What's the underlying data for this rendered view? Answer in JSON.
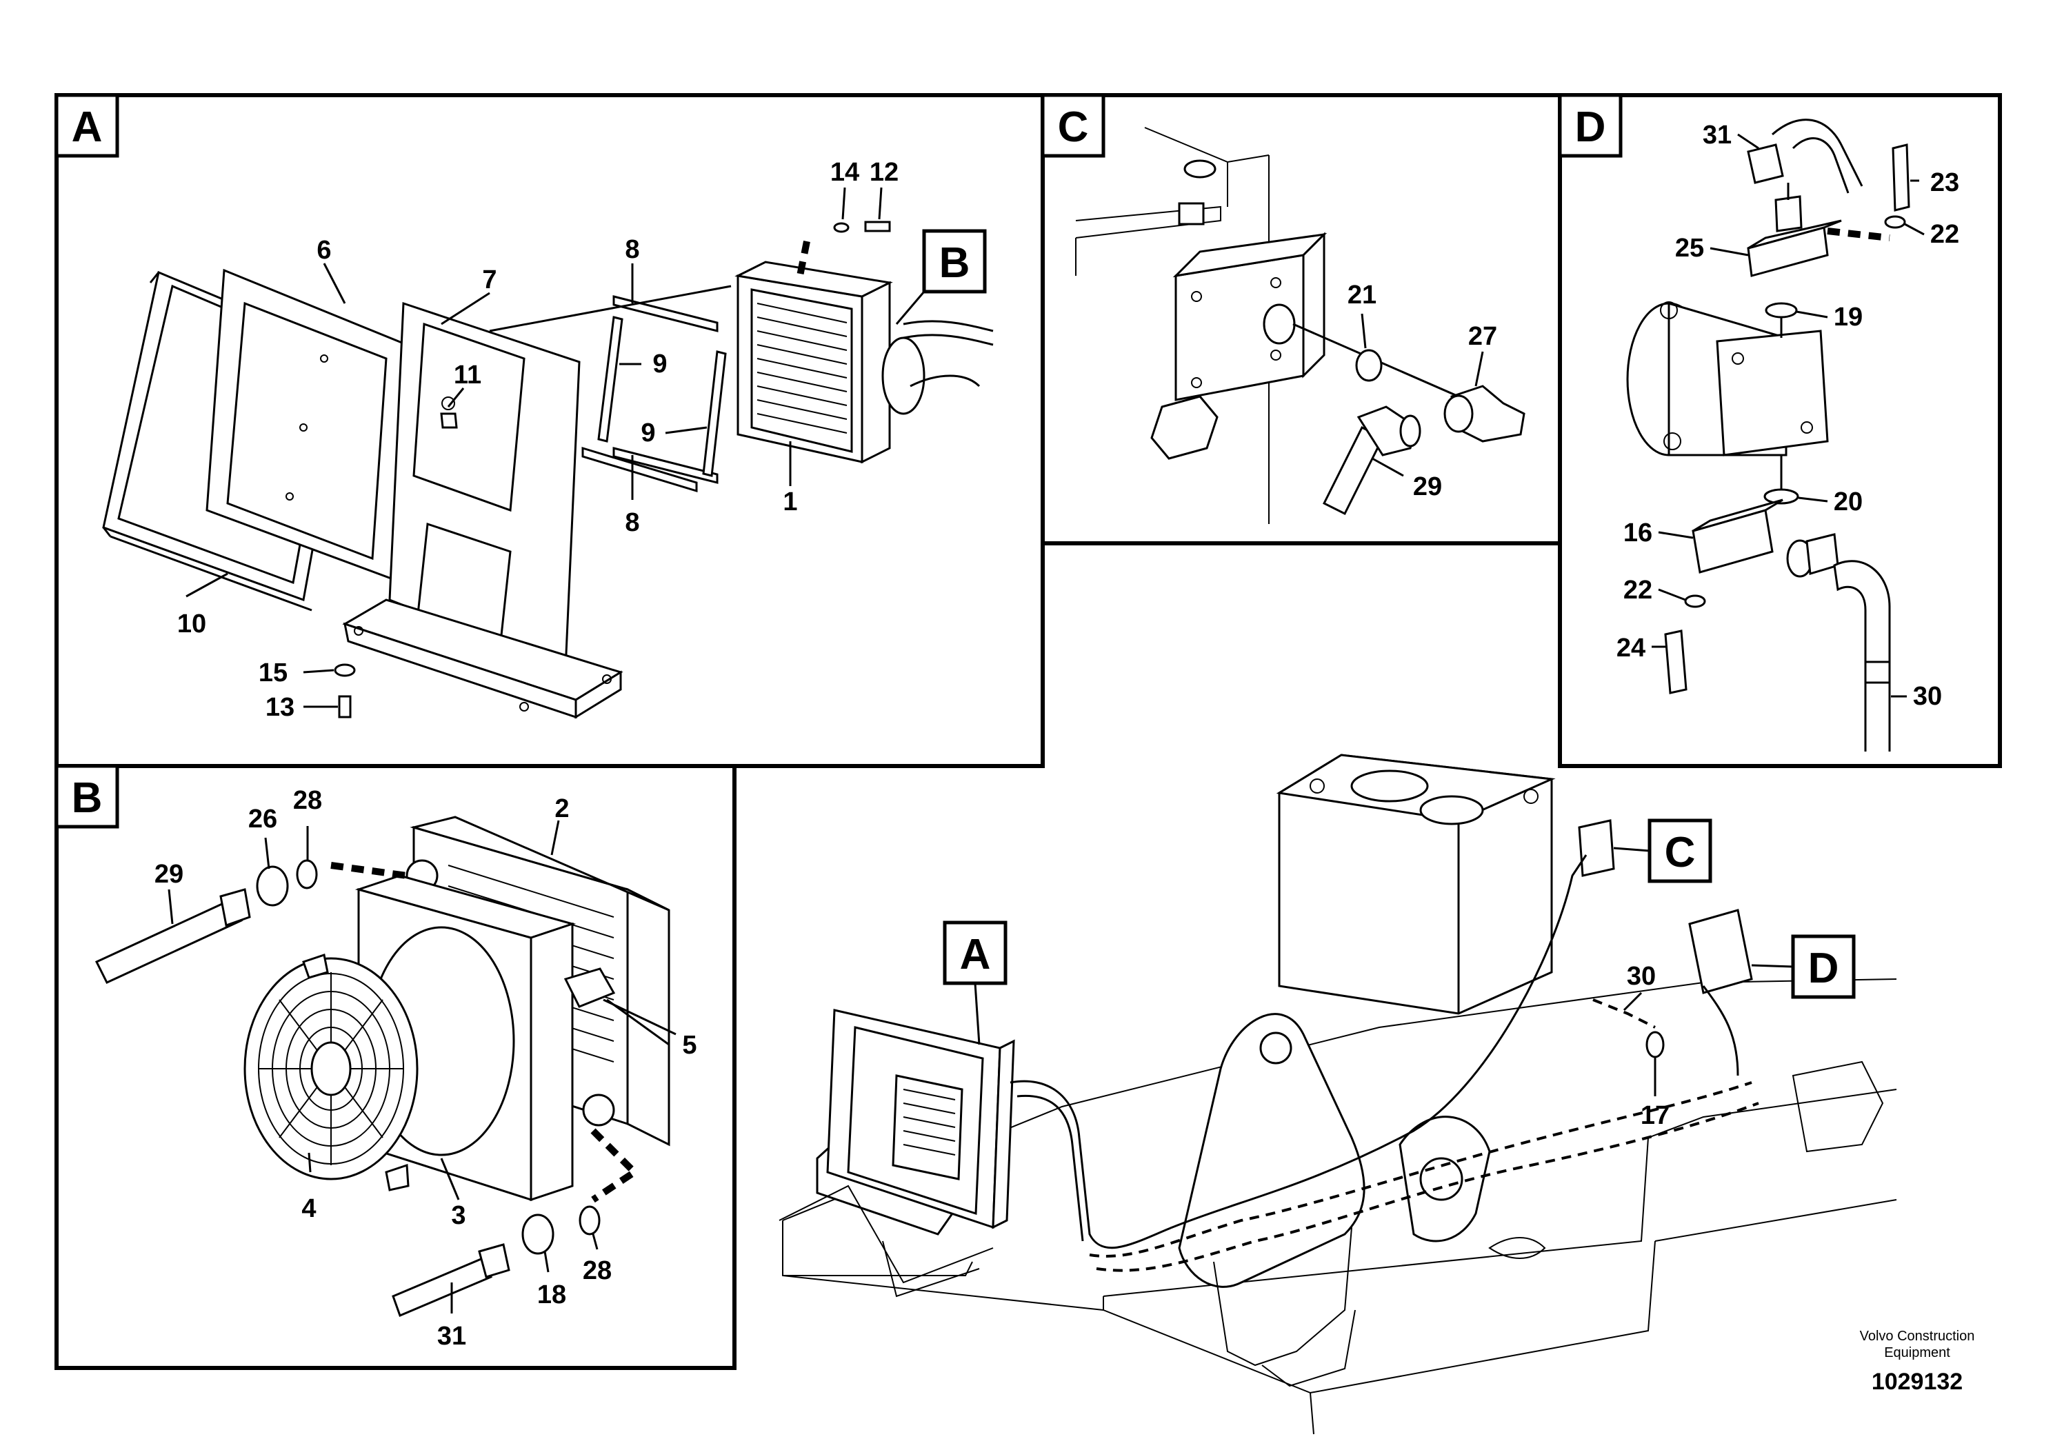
{
  "panels": {
    "a": "A",
    "b": "B",
    "c": "C",
    "d": "D"
  },
  "callouts": {
    "b_in_a": "B",
    "a_main": "A",
    "c_main": "C",
    "d_main": "D"
  },
  "labels_a": {
    "p1": "1",
    "p6": "6",
    "p7": "7",
    "p8a": "8",
    "p8b": "8",
    "p9a": "9",
    "p9b": "9",
    "p10": "10",
    "p11": "11",
    "p12": "12",
    "p13": "13",
    "p14": "14",
    "p15": "15"
  },
  "labels_b": {
    "p2": "2",
    "p3": "3",
    "p4": "4",
    "p5": "5",
    "p18": "18",
    "p26": "26",
    "p28a": "28",
    "p28b": "28",
    "p29": "29",
    "p31": "31"
  },
  "labels_c": {
    "p21": "21",
    "p27": "27",
    "p29": "29"
  },
  "labels_d": {
    "p16": "16",
    "p19": "19",
    "p20": "20",
    "p22a": "22",
    "p22b": "22",
    "p23": "23",
    "p24": "24",
    "p25": "25",
    "p30": "30",
    "p31": "31"
  },
  "labels_main": {
    "p17": "17",
    "p30": "30"
  },
  "footer": {
    "line1": "Volvo Construction",
    "line2": "Equipment",
    "drawing_number": "1029132"
  }
}
